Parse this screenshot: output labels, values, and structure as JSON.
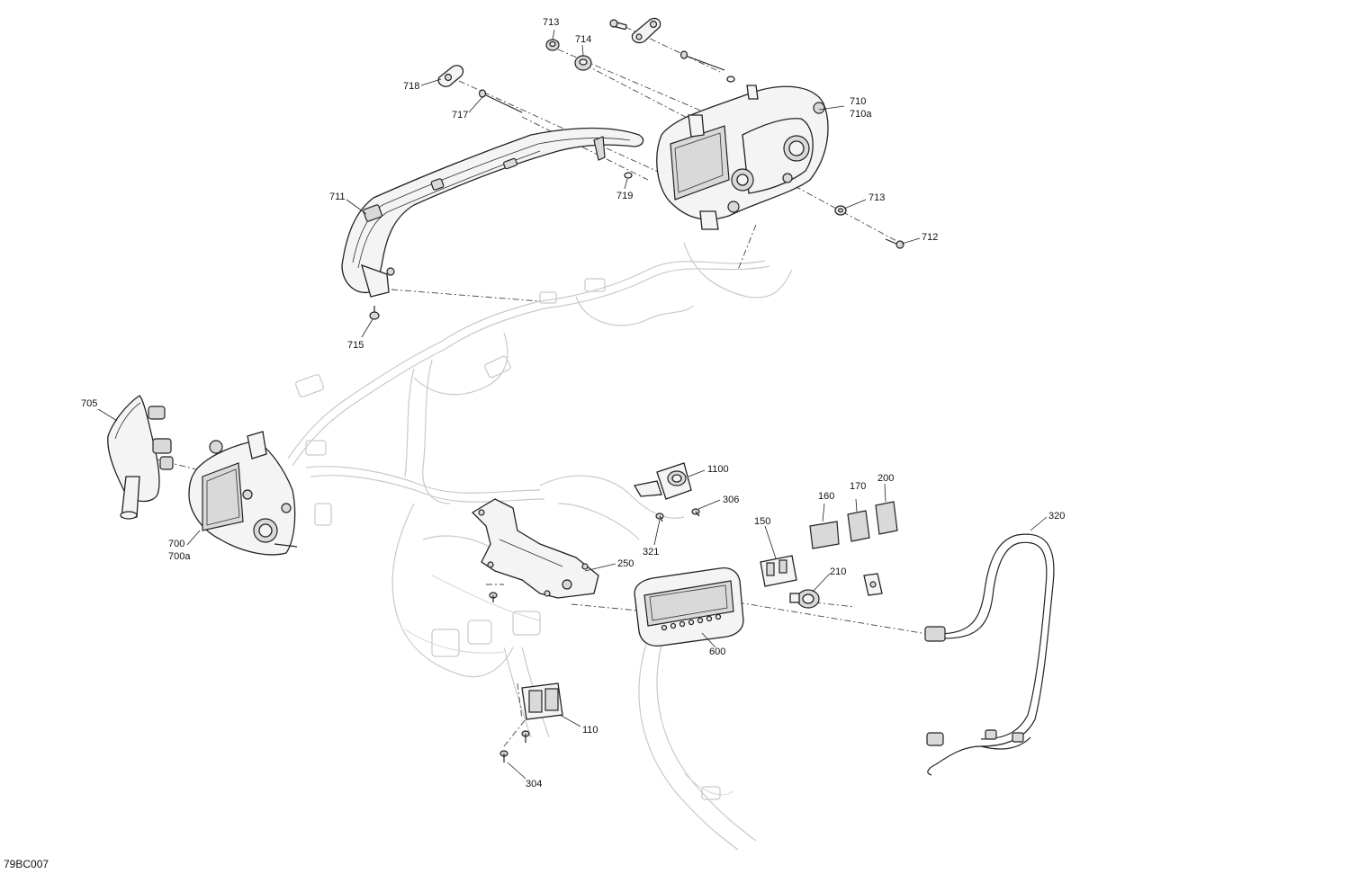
{
  "diagram": {
    "reference_code": "79BC007",
    "callouts": [
      {
        "id": "713-top",
        "text": "713"
      },
      {
        "id": "714",
        "text": "714"
      },
      {
        "id": "718",
        "text": "718"
      },
      {
        "id": "717",
        "text": "717"
      },
      {
        "id": "710",
        "text": "710"
      },
      {
        "id": "710a",
        "text": "710a"
      },
      {
        "id": "711",
        "text": "711"
      },
      {
        "id": "719",
        "text": "719"
      },
      {
        "id": "713-right",
        "text": "713"
      },
      {
        "id": "712",
        "text": "712"
      },
      {
        "id": "715",
        "text": "715"
      },
      {
        "id": "705",
        "text": "705"
      },
      {
        "id": "700",
        "text": "700"
      },
      {
        "id": "700a",
        "text": "700a"
      },
      {
        "id": "1100",
        "text": "1100"
      },
      {
        "id": "306",
        "text": "306"
      },
      {
        "id": "321",
        "text": "321"
      },
      {
        "id": "160",
        "text": "160"
      },
      {
        "id": "170",
        "text": "170"
      },
      {
        "id": "200",
        "text": "200"
      },
      {
        "id": "150",
        "text": "150"
      },
      {
        "id": "320",
        "text": "320"
      },
      {
        "id": "250",
        "text": "250"
      },
      {
        "id": "210",
        "text": "210"
      },
      {
        "id": "600",
        "text": "600"
      },
      {
        "id": "110",
        "text": "110"
      },
      {
        "id": "304",
        "text": "304"
      }
    ]
  }
}
